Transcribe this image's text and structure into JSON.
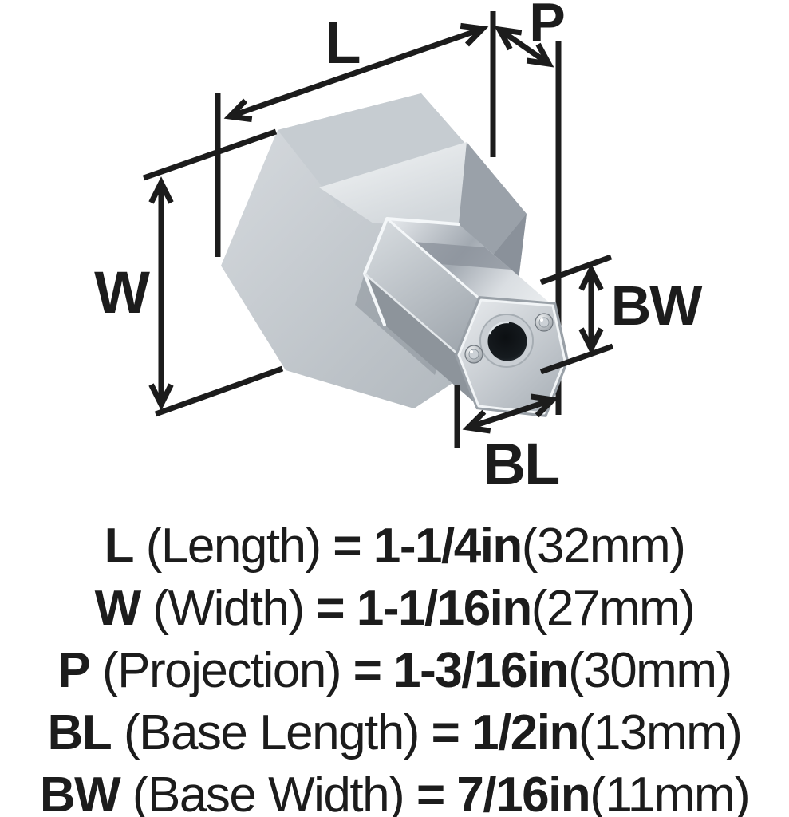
{
  "diagram": {
    "title_implied": "knob-dimension-diagram",
    "dimension_labels": {
      "length": "L",
      "projection": "P",
      "width": "W",
      "base_width": "BW",
      "base_length": "BL"
    },
    "specs": [
      {
        "abbr": "L",
        "name": "(Length)",
        "equals": "=",
        "value": "1-1/4in",
        "metric": "(32mm)"
      },
      {
        "abbr": "W",
        "name": "(Width)",
        "equals": "=",
        "value": "1-1/16in",
        "metric": "(27mm)"
      },
      {
        "abbr": "P",
        "name": "(Projection)",
        "equals": "=",
        "value": "1-3/16in",
        "metric": "(30mm)"
      },
      {
        "abbr": "BL",
        "name": "(Base Length)",
        "equals": "=",
        "value": "1/2in",
        "metric": "(13mm)"
      },
      {
        "abbr": "BW",
        "name": "(Base Width)",
        "equals": "=",
        "value": "7/16in",
        "metric": "(11mm)"
      }
    ],
    "colors": {
      "annotation": "#1c1c1c",
      "background": "#ffffff",
      "metal_light": "#eef1f3",
      "metal_mid": "#c3c9ce",
      "metal_dark": "#8f969d",
      "mounting_hole": "#12161a"
    }
  }
}
